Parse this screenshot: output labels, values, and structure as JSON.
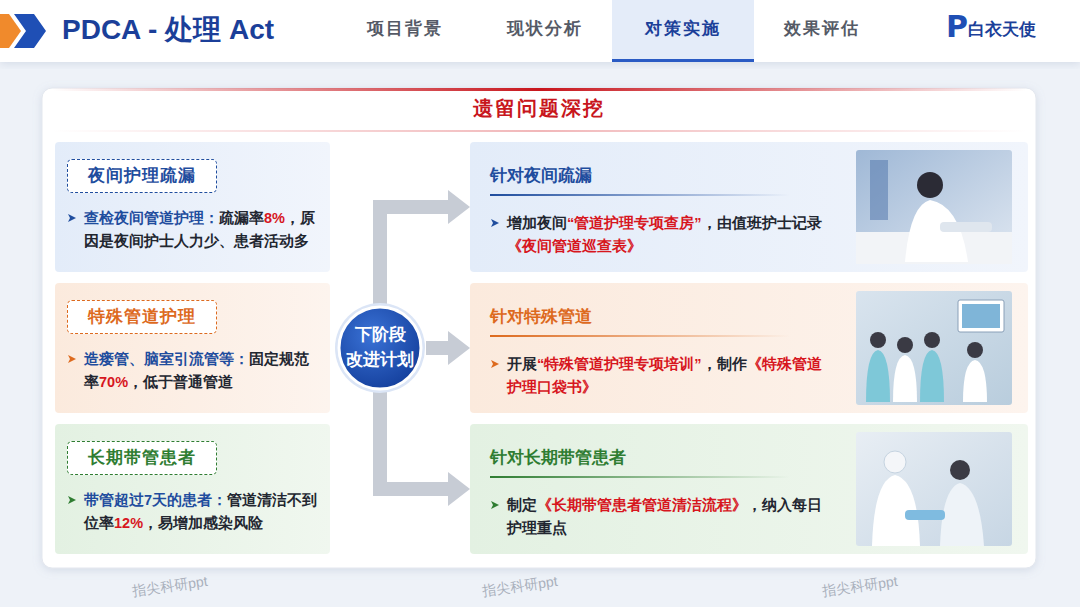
{
  "diagram": {
    "title": "PDCA - 处理 Act",
    "nodes": [
      {
        "text": [
          "遗留问题深挖"
        ]
      },
      {
        "text": [
          "夜间护理疏漏",
          "查检夜间管道护理：疏漏率8%，原因是夜间护士人力少、患者活动多"
        ],
        "in": 0
      },
      {
        "text": [
          "特殊管道护理",
          "造瘘管、脑室引流管等：固定规范率70%，低于普通管道"
        ],
        "in": 0
      },
      {
        "text": [
          "长期带管患者",
          "带管超过7天的患者：管道清洁不到位率12%，易增加感染风险"
        ],
        "in": 0
      },
      {
        "text": [
          "下阶段 改进计划"
        ],
        "in": 0
      },
      {
        "text": [
          "针对夜间疏漏",
          "增加夜间“管道护理专项查房”，由值班护士记录《夜间管道巡查表》"
        ],
        "in": 0
      },
      {
        "text": [
          "针对特殊管道",
          "开展“特殊管道护理专项培训”，制作《特殊管道护理口袋书》"
        ],
        "in": 0
      },
      {
        "text": [
          "针对长期带管患者",
          "制定《长期带管患者管道清洁流程》，纳入每日护理重点"
        ],
        "in": 0
      }
    ],
    "edges": [
      {
        "from": 4,
        "to": 5,
        "arrow": "to"
      },
      {
        "from": 4,
        "to": 6,
        "arrow": "to"
      },
      {
        "from": 4,
        "to": 7,
        "arrow": "to"
      }
    ],
    "labels": [
      "项目背景",
      "现状分析",
      "对策实施",
      "效果评估",
      "P",
      "白衣天使",
      "指尖科研ppt",
      "指尖科研ppt",
      "指尖科研ppt"
    ]
  }
}
